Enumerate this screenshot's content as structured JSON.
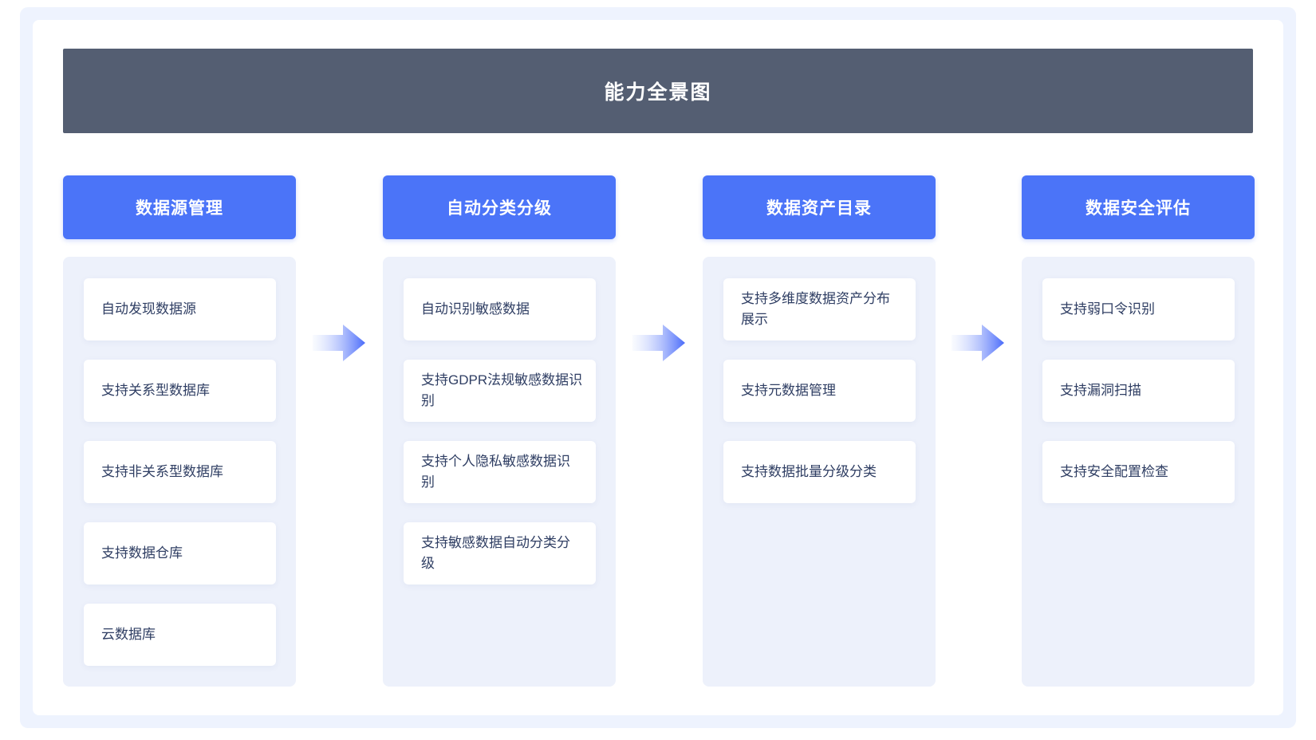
{
  "header": {
    "title": "能力全景图"
  },
  "columns": [
    {
      "title": "数据源管理",
      "items": [
        "自动发现数据源",
        "支持关系型数据库",
        "支持非关系型数据库",
        "支持数据仓库",
        "云数据库"
      ]
    },
    {
      "title": "自动分类分级",
      "items": [
        "自动识别敏感数据",
        "支持GDPR法规敏感数据识别",
        "支持个人隐私敏感数据识别",
        "支持敏感数据自动分类分级"
      ]
    },
    {
      "title": "数据资产目录",
      "items": [
        "支持多维度数据资产分布展示",
        "支持元数据管理",
        "支持数据批量分级分类"
      ]
    },
    {
      "title": "数据安全评估",
      "items": [
        "支持弱口令识别",
        "支持漏洞扫描",
        "支持安全配置检查"
      ]
    }
  ],
  "icons": {
    "arrow": "right-arrow-icon"
  },
  "colors": {
    "titlebar_bg": "#545e72",
    "accent_blue": "#4b74f8",
    "frame_bg": "#eef3fe",
    "column_panel_bg": "#edf1fb",
    "card_text": "#2f3e63",
    "arrow_gradient_start": "#eef3fe",
    "arrow_gradient_end": "#4a6bfa"
  }
}
